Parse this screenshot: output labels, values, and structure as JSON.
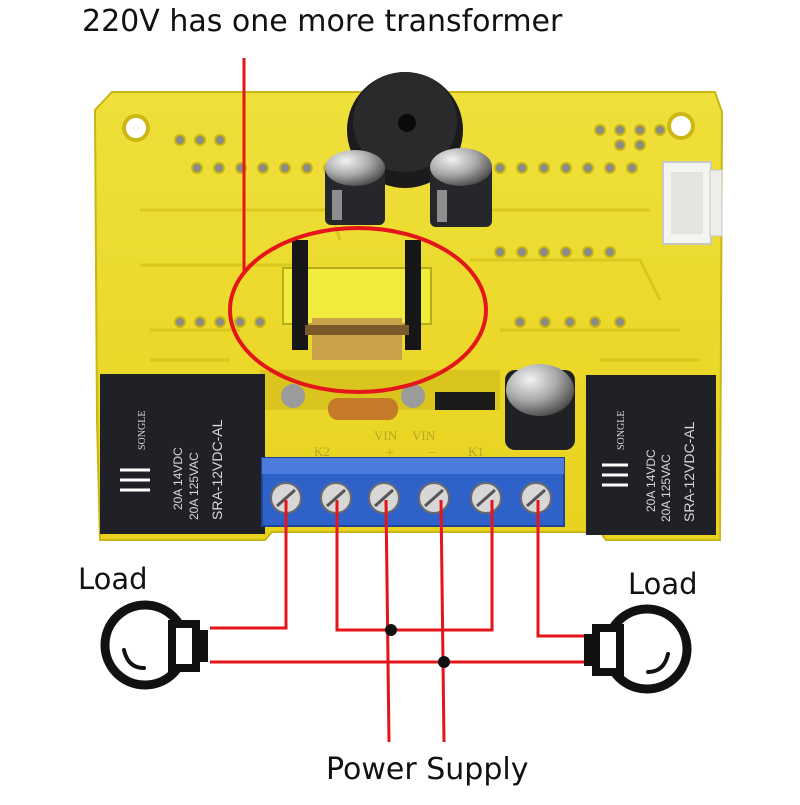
{
  "annotations": {
    "title": "220V has one more transformer",
    "load_left": "Load",
    "load_right": "Load",
    "power_supply": "Power Supply"
  },
  "relay": {
    "brand": "SONGLE",
    "rating_dc": "20A 14VDC",
    "rating_ac": "20A 125VAC",
    "model": "SRA-12VDC-AL"
  },
  "silkscreen": {
    "k2": "K2",
    "k1": "K1",
    "vin_plus": "VIN",
    "vin_minus": "VIN",
    "plus": "+",
    "minus": "−"
  },
  "colors": {
    "pcb": "#f2e32a",
    "pcb_dark": "#d8c21c",
    "relay": "#1f2126",
    "terminal_block": "#2f62c8",
    "wire": "#e4161b",
    "highlight_ring": "#e4161b",
    "transformer_core": "#f1ec3c"
  }
}
